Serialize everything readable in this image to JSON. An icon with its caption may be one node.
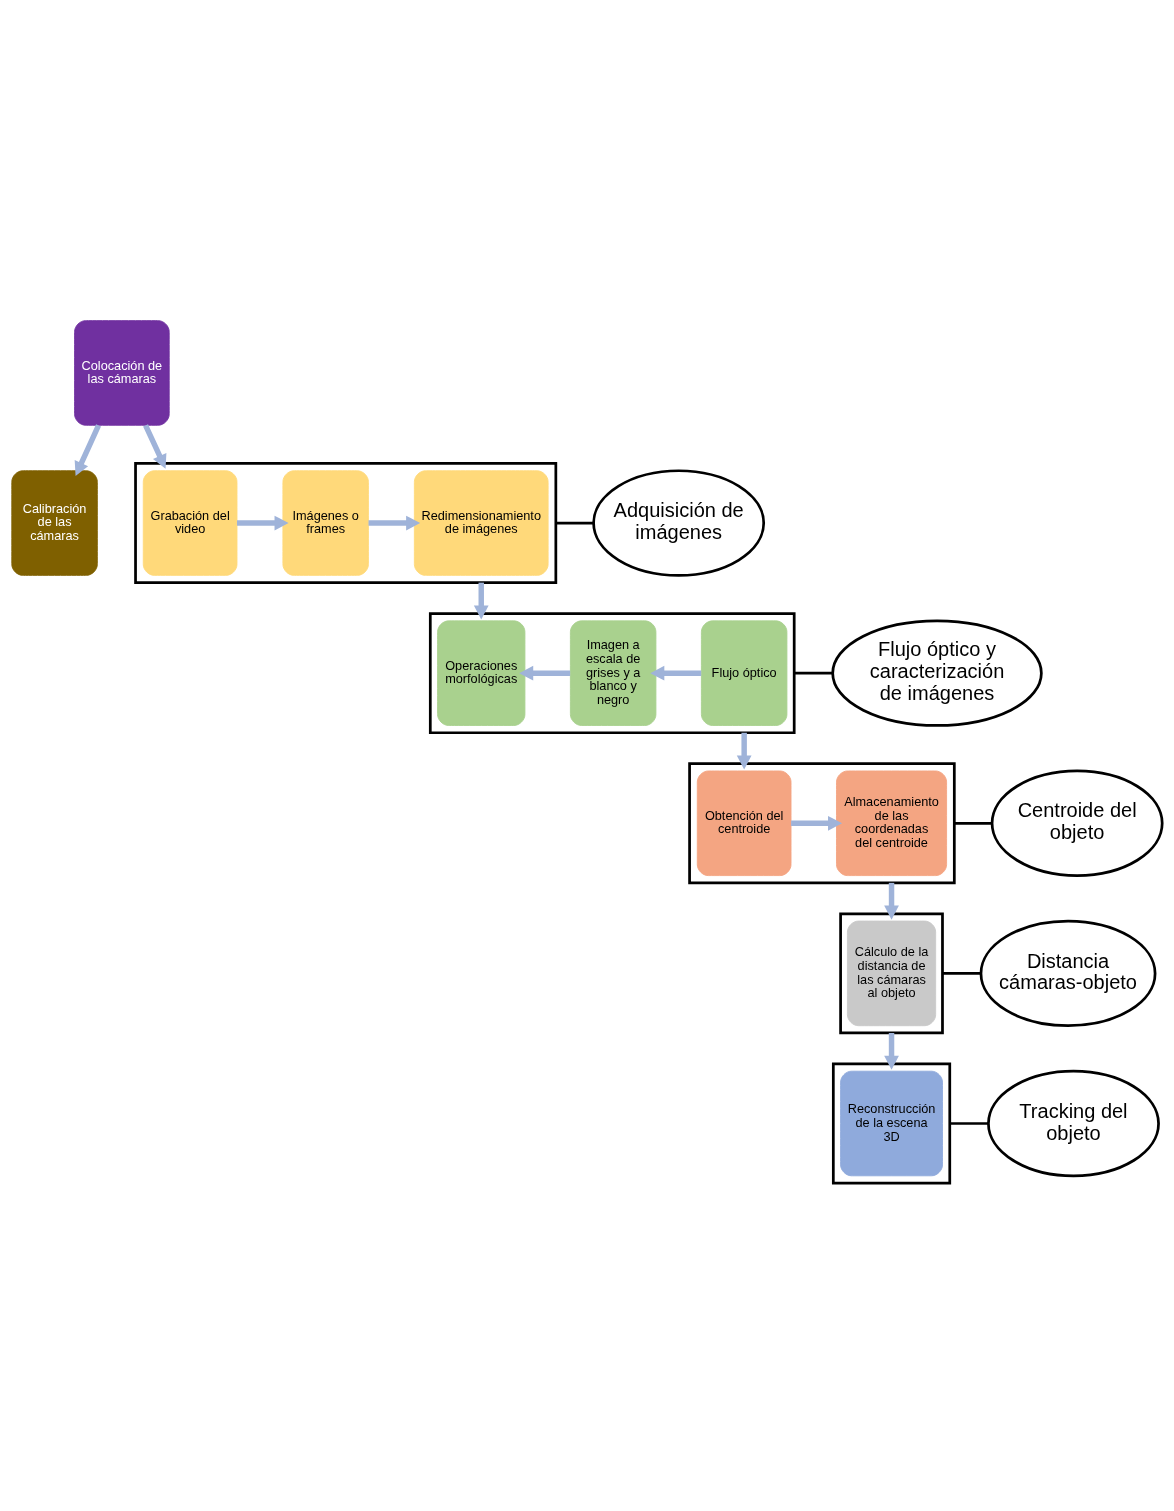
{
  "diagram": {
    "nodes": [
      {
        "text": [
          "Colocación de las cámaras"
        ]
      },
      {
        "text": [
          "Calibración de las cámaras"
        ]
      },
      {
        "text": [],
        "shape": "box"
      },
      {
        "text": [
          "Grabación del video"
        ],
        "in": 2
      },
      {
        "text": [
          "Imágenes o frames"
        ],
        "in": 2
      },
      {
        "text": [
          "Redimensionamiento de imágenes"
        ],
        "in": 2
      },
      {
        "text": [
          "Adquisición de imágenes"
        ]
      },
      {
        "text": [],
        "shape": "box"
      },
      {
        "text": [
          "Operaciones morfológicas"
        ],
        "in": 7
      },
      {
        "text": [
          "Imagen a escala de grises y a blanco y negro"
        ],
        "in": 7
      },
      {
        "text": [
          "Flujo óptico"
        ],
        "in": 7
      },
      {
        "text": [
          "Flujo óptico y caracterización de imágenes"
        ]
      },
      {
        "text": [],
        "shape": "box"
      },
      {
        "text": [
          "Obtención del centroide"
        ],
        "in": 12
      },
      {
        "text": [
          "Almacenamiento de las coordenadas del centroide"
        ],
        "in": 12
      },
      {
        "text": [
          "Centroide del objeto"
        ]
      },
      {
        "text": [],
        "shape": "box"
      },
      {
        "text": [
          "Cálculo de la distancia de las cámaras al objeto"
        ],
        "in": 16
      },
      {
        "text": [
          "Distancia cámaras-objeto"
        ]
      },
      {
        "text": [],
        "shape": "box"
      },
      {
        "text": [
          "Reconstrucción de la escena 3D"
        ],
        "in": 19
      },
      {
        "text": [
          "Tracking del objeto"
        ]
      }
    ],
    "edges": [
      {
        "from": 0,
        "to": 1,
        "arrow": "to"
      },
      {
        "from": 0,
        "to": 2,
        "arrow": "to"
      },
      {
        "from": 3,
        "to": 4,
        "arrow": "to"
      },
      {
        "from": 4,
        "to": 5,
        "arrow": "to"
      },
      {
        "from": 2,
        "to": 6,
        "arrow": "none",
        "color": "#000000"
      },
      {
        "from": 2,
        "to": 7,
        "arrow": "to"
      },
      {
        "from": 10,
        "to": 9,
        "arrow": "to"
      },
      {
        "from": 9,
        "to": 8,
        "arrow": "to"
      },
      {
        "from": 7,
        "to": 11,
        "arrow": "none",
        "color": "#000000"
      },
      {
        "from": 7,
        "to": 12,
        "arrow": "to"
      },
      {
        "from": 13,
        "to": 14,
        "arrow": "to"
      },
      {
        "from": 12,
        "to": 15,
        "arrow": "none",
        "color": "#000000"
      },
      {
        "from": 12,
        "to": 16,
        "arrow": "to"
      },
      {
        "from": 16,
        "to": 18,
        "arrow": "none",
        "color": "#000000"
      },
      {
        "from": 16,
        "to": 19,
        "arrow": "to"
      },
      {
        "from": 19,
        "to": 21,
        "arrow": "none",
        "color": "#000000"
      }
    ]
  }
}
